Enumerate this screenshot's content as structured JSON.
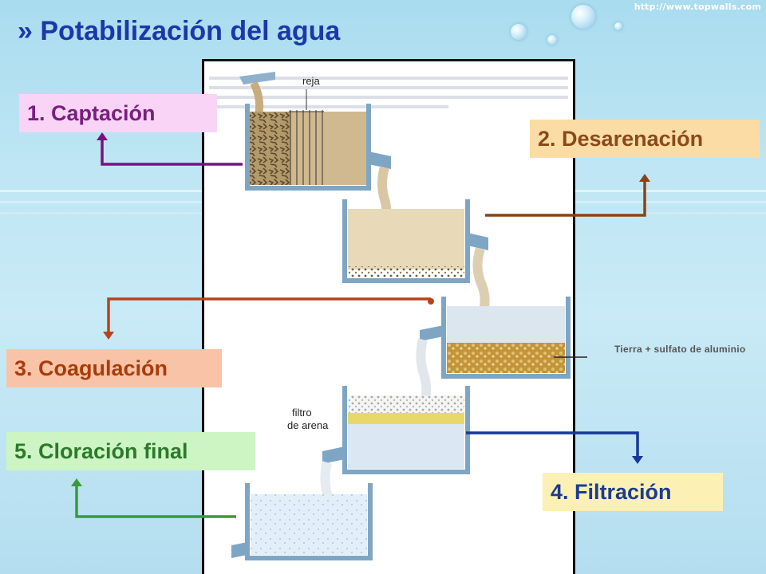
{
  "title": "» Potabilización del agua",
  "watermark": "http://www.topwalls.com",
  "steps": [
    {
      "label": "1. Captación",
      "bg": "#f9d4f7",
      "color": "#7a1e80",
      "line": "#7b1080"
    },
    {
      "label": "2. Desarenación",
      "bg": "#fbdca4",
      "color": "#8a4a18",
      "line": "#8c4313"
    },
    {
      "label": "3. Coagulación",
      "bg": "#f9c3a8",
      "color": "#a83d0a",
      "line": "#b8421b"
    },
    {
      "label": "4. Filtración",
      "bg": "#fcf0b4",
      "color": "#1a3c92",
      "line": "#17379a"
    },
    {
      "label": "5. Cloración final",
      "bg": "#cdf5c4",
      "color": "#2c7a2a",
      "line": "#3a9a3a"
    }
  ],
  "diagram_labels": {
    "reja": "reja",
    "filtro_line1": "filtro",
    "filtro_line2": "de arena",
    "sand_note": "Tierra + sulfato de aluminio"
  }
}
